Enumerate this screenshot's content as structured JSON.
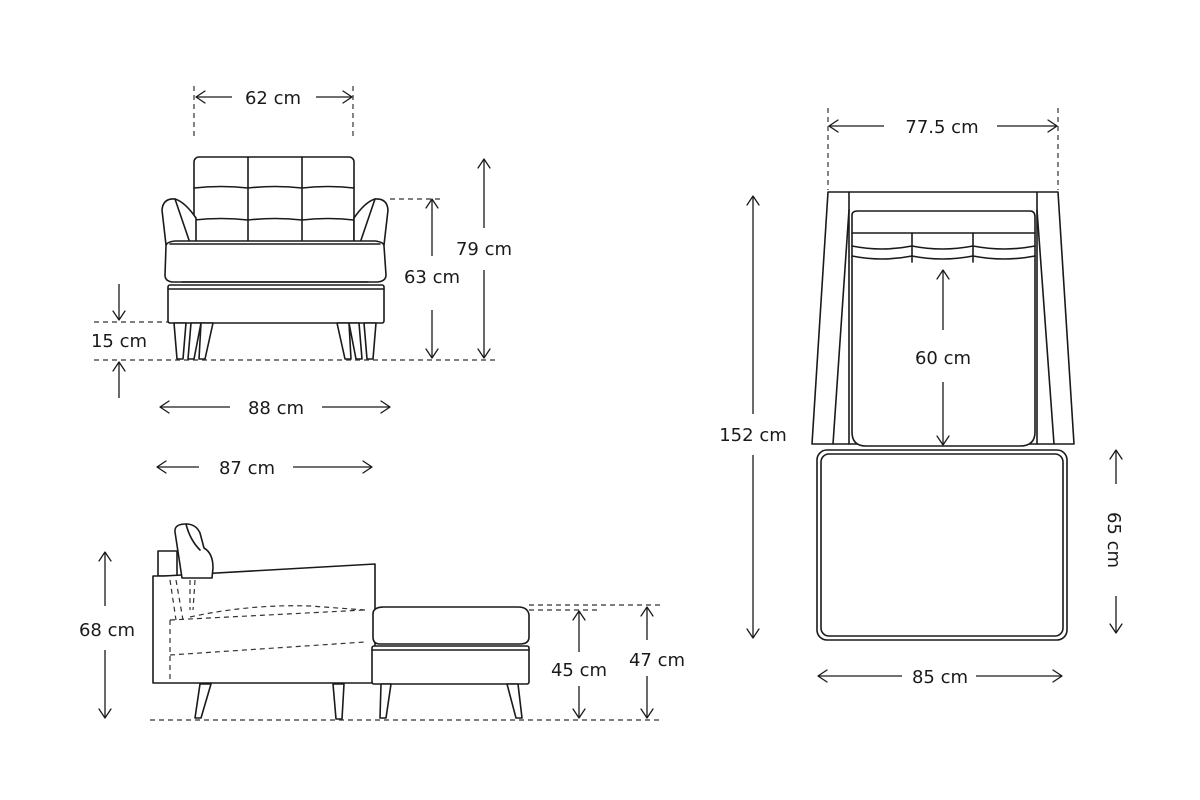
{
  "diagram": {
    "subject": "Armchair with ottoman dimension drawing",
    "line_color": "#1a1a1a",
    "background": "#ffffff",
    "front_view": {
      "width_back": "62 cm",
      "height_total": "79 cm",
      "height_arm": "63 cm",
      "height_leg": "15 cm",
      "width_total": "88 cm"
    },
    "side_view": {
      "depth_chair": "87 cm",
      "height_arm_side": "68 cm",
      "height_ottoman": "45 cm",
      "height_seat": "47 cm"
    },
    "top_view": {
      "width_top": "77.5 cm",
      "depth_total": "152 cm",
      "seat_depth": "60 cm",
      "ottoman_depth": "65 cm",
      "ottoman_width": "85 cm"
    }
  }
}
